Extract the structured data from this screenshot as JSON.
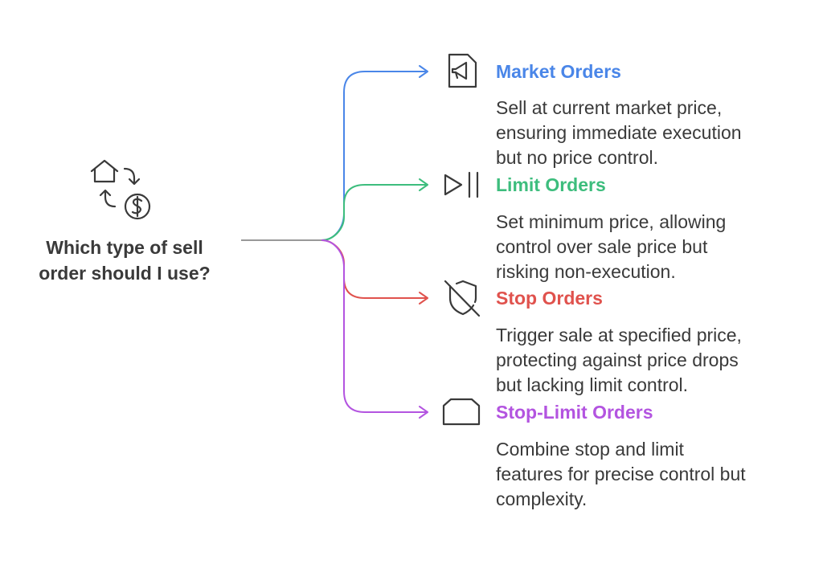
{
  "question": {
    "line1": "Which type of sell",
    "line2": "order should I use?"
  },
  "central_icon": "house-exchange-dollar-icon",
  "options": [
    {
      "title": "Market Orders",
      "color": "#4a86e8",
      "icon": "megaphone-icon",
      "desc": [
        "Sell at current market price,",
        "ensuring immediate execution",
        "but no price control."
      ]
    },
    {
      "title": "Limit Orders",
      "color": "#3dbd7d",
      "icon": "play-pause-icon",
      "desc": [
        "Set minimum price, allowing",
        "control over sale price but",
        "risking non-execution."
      ]
    },
    {
      "title": "Stop Orders",
      "color": "#e0524d",
      "icon": "shield-off-icon",
      "desc": [
        "Trigger sale at specified price,",
        "protecting against price drops",
        "but lacking limit control."
      ]
    },
    {
      "title": "Stop-Limit Orders",
      "color": "#b354e0",
      "icon": "octagon-outline-icon",
      "desc": [
        "Combine stop and limit",
        "features for precise control but",
        "complexity."
      ]
    }
  ],
  "stem_color": "#999999",
  "icon_color": "#3a3a3a"
}
